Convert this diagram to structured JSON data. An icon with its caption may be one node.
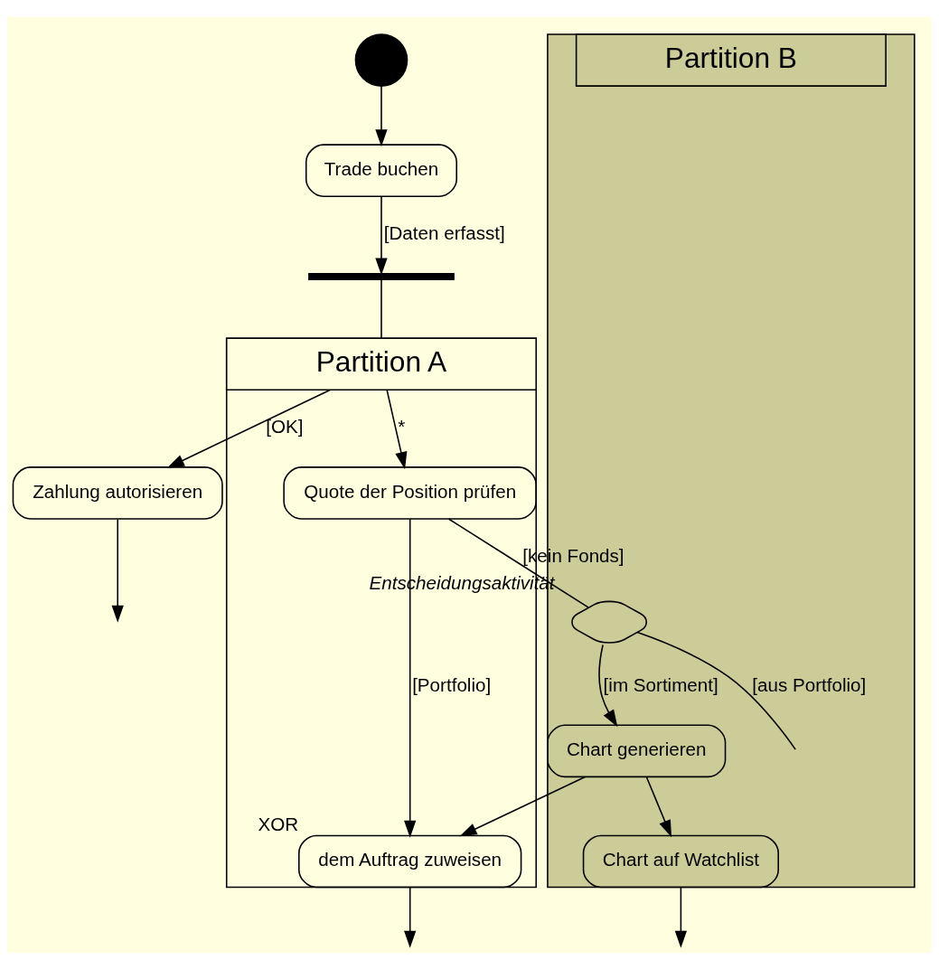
{
  "diagram": {
    "nodes": [
      {
        "text": [],
        "shape": "circle"
      },
      {
        "text": [
          "Trade buchen"
        ]
      },
      {
        "text": [],
        "shape": "bar"
      },
      {
        "text": [
          "Partition A"
        ]
      },
      {
        "text": [
          "Partition B"
        ]
      },
      {
        "text": [
          "Zahlung autorisieren"
        ]
      },
      {
        "text": [
          "Quote der Position prüfen"
        ],
        "in": 3
      },
      {
        "text": [],
        "shape": "diamond",
        "in": 4,
        "beside": [
          "Entscheidungsaktivität"
        ]
      },
      {
        "text": [
          "dem Auftrag zuweisen"
        ],
        "in": 3,
        "beside": [
          "XOR"
        ]
      },
      {
        "text": [
          "Chart generieren"
        ],
        "in": 4
      },
      {
        "text": [
          "Chart auf Watchlist"
        ],
        "in": 4
      }
    ],
    "edges": [
      {
        "from": 0,
        "to": 1,
        "arrow": "to"
      },
      {
        "from": 1,
        "to": 2,
        "arrow": "to",
        "label": "[Daten erfasst]"
      },
      {
        "from": 2,
        "to": 3,
        "arrow": "none"
      },
      {
        "from": 3,
        "to": 5,
        "arrow": "to",
        "label": "[OK]"
      },
      {
        "from": 3,
        "to": 6,
        "arrow": "to",
        "label": "*"
      },
      {
        "from": 5,
        "to": null,
        "arrow": "to"
      },
      {
        "from": 6,
        "to": 7,
        "arrow": "none",
        "label": "[kein Fonds]"
      },
      {
        "from": 7,
        "to": null,
        "arrow": "none",
        "label": "[aus Portfolio]"
      },
      {
        "from": 7,
        "to": 9,
        "arrow": "to",
        "label": "[im Sortiment]"
      },
      {
        "from": 6,
        "to": 8,
        "arrow": "to",
        "label": "[Portfolio]"
      },
      {
        "from": 9,
        "to": 8,
        "arrow": "to"
      },
      {
        "from": 8,
        "to": null,
        "arrow": "to"
      },
      {
        "from": 9,
        "to": 10,
        "arrow": "to"
      },
      {
        "from": 10,
        "to": null,
        "arrow": "to"
      }
    ]
  }
}
